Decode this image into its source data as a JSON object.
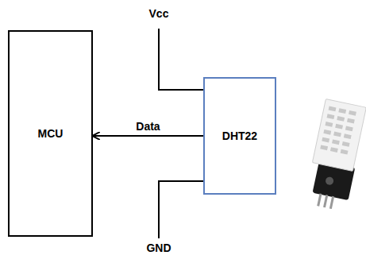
{
  "diagram": {
    "nodes": [
      {
        "text": [
          "MCU"
        ]
      },
      {
        "text": [
          "DHT22"
        ]
      }
    ],
    "edges": [
      {
        "from": 1,
        "to": 0,
        "arrow": "to",
        "label": "Data"
      }
    ],
    "labels": [
      "Vcc",
      "GND"
    ]
  }
}
